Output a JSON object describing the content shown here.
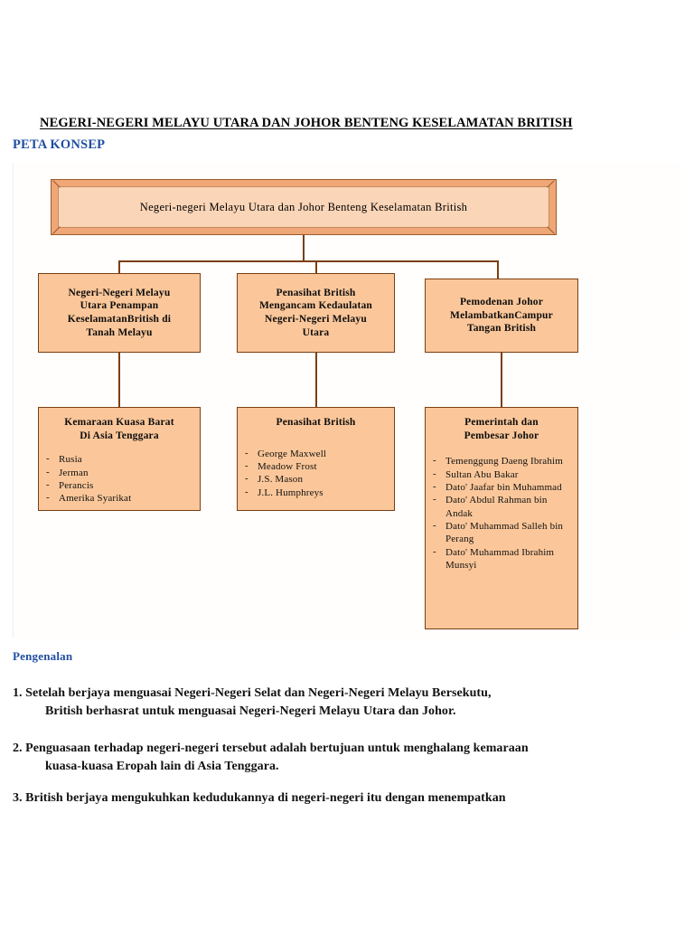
{
  "document": {
    "title": "NEGERI-NEGERI MELAYU UTARA DAN JOHOR BENTENG KESELAMATAN BRITISH",
    "subtitle": "PETA KONSEP",
    "section_heading": "Pengenalan"
  },
  "colors": {
    "title_color": "#000000",
    "heading_blue": "#1f4ea1",
    "box_fill": "#fbc79a",
    "box_border": "#7a3f12",
    "root_frame": "#f0a777",
    "root_fill": "#fbd5b7",
    "connector": "#7a3f12"
  },
  "diagram": {
    "root": {
      "label": "Negeri-negeri Melayu Utara dan Johor Benteng Keselamatan British"
    },
    "level2": [
      {
        "line1": "Negeri-Negeri Melayu",
        "line2": "Utara Penampan",
        "line3": "KeselamatanBritish di",
        "line4": "Tanah Melayu"
      },
      {
        "line1": "Penasihat British",
        "line2": "Mengancam Kedaulatan",
        "line3": "Negeri-Negeri Melayu",
        "line4": "Utara"
      },
      {
        "line1": "Pemodenan Johor",
        "line2": "MelambatkanCampur",
        "line3": "Tangan British",
        "line4": ""
      }
    ],
    "level3": [
      {
        "header_line1": "Kemaraan Kuasa Barat",
        "header_line2": "Di Asia Tenggara",
        "items": [
          "Rusia",
          "Jerman",
          "Perancis",
          "Amerika Syarikat"
        ]
      },
      {
        "header_line1": "Penasihat British",
        "header_line2": "",
        "items": [
          "George Maxwell",
          "Meadow Frost",
          "J.S. Mason",
          "J.L. Humphreys"
        ]
      },
      {
        "header_line1": "Pemerintah dan",
        "header_line2": "Pembesar Johor",
        "items": [
          "Temenggung Daeng Ibrahim",
          "Sultan Abu Bakar",
          "Dato' Jaafar bin Muhammad",
          "Dato' Abdul Rahman bin Andak",
          "Dato' Muhammad Salleh bin Perang",
          "Dato' Muhammad Ibrahim Munsyi"
        ]
      }
    ]
  },
  "paragraphs": [
    {
      "number": "1.",
      "line1": "Setelah berjaya menguasai Negeri-Negeri Selat dan Negeri-Negeri Melayu Bersekutu,",
      "line2": "British berhasrat untuk menguasai Negeri-Negeri Melayu Utara dan Johor."
    },
    {
      "number": "2.",
      "line1": "Penguasaan terhadap negeri-negeri tersebut adalah bertujuan untuk menghalang kemaraan",
      "line2": "kuasa-kuasa Eropah lain di Asia Tenggara."
    },
    {
      "number": "3.",
      "line1": "British berjaya mengukuhkan kedudukannya di negeri-negeri itu dengan menempatkan",
      "line2": ""
    }
  ]
}
